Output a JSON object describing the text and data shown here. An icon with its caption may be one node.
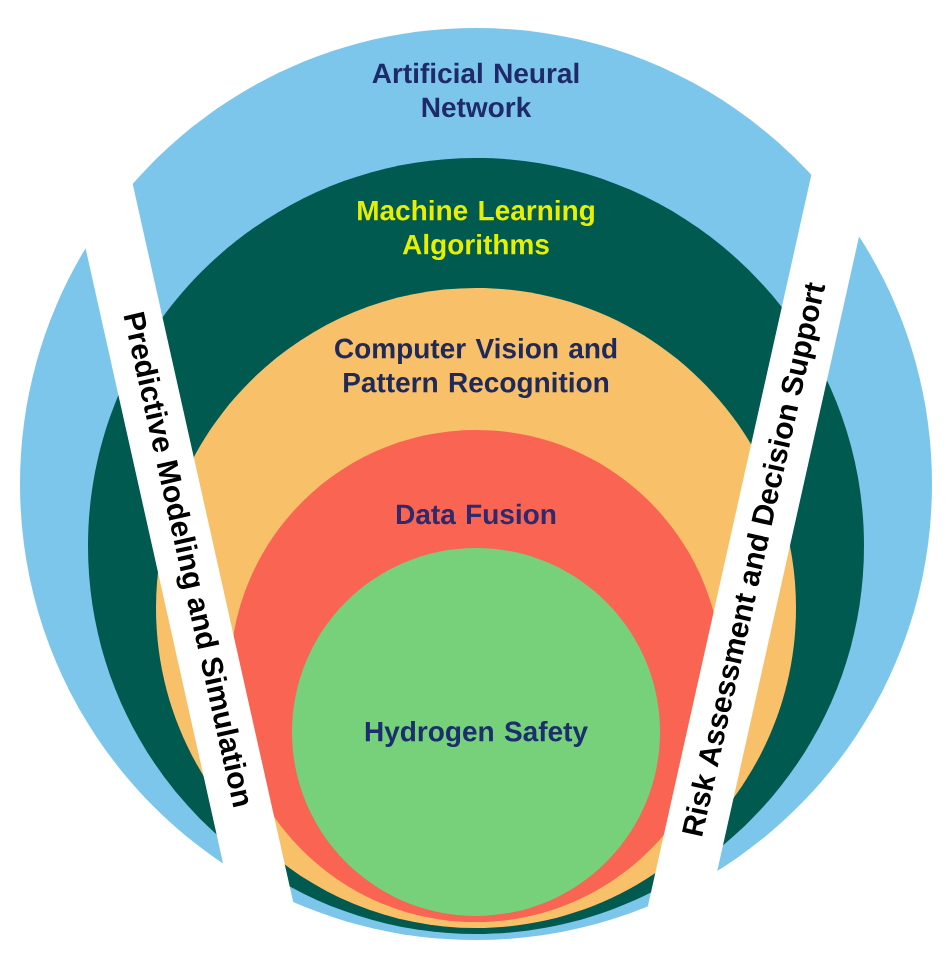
{
  "diagram": {
    "nodes": [
      {
        "text": [
          "Artificial Neural Network"
        ]
      },
      {
        "text": [
          "Machine Learning Algorithms"
        ],
        "in": 0
      },
      {
        "text": [
          "Computer Vision and Pattern Recognition"
        ],
        "in": 1
      },
      {
        "text": [
          "Data Fusion"
        ],
        "in": 2
      },
      {
        "text": [
          "Hydrogen Safety"
        ],
        "in": 3
      },
      {
        "text": [
          "Predictive Modeling and Simulation"
        ]
      },
      {
        "text": [
          "Risk Assessment and Decision Support"
        ]
      }
    ]
  }
}
